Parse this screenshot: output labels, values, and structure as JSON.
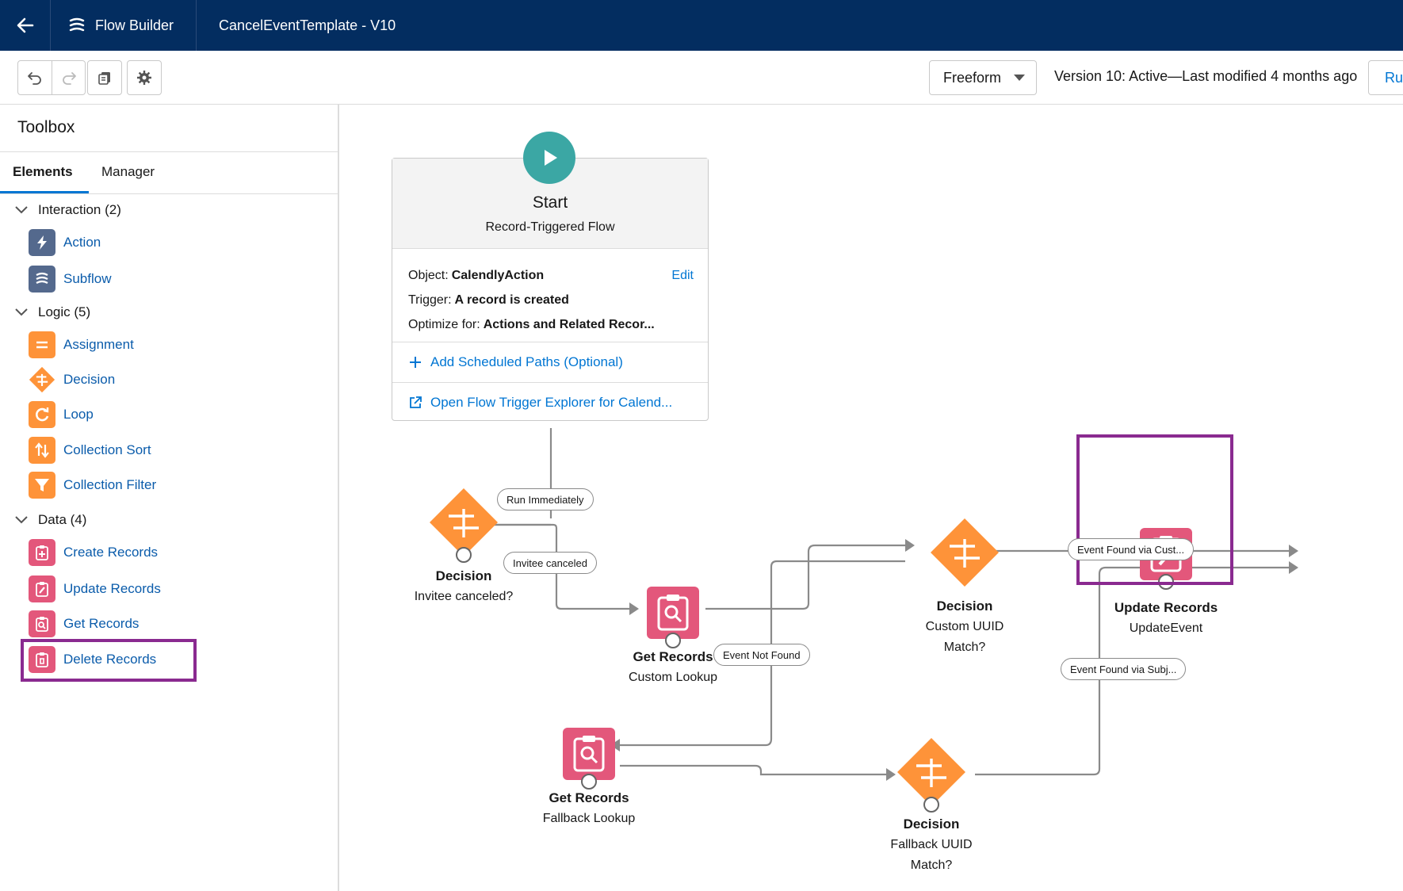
{
  "header": {
    "app_name": "Flow Builder",
    "flow_title": "CancelEventTemplate - V10"
  },
  "toolbar": {
    "layout_select": "Freeform",
    "version_status": "Version 10: Active—Last modified 4 months ago",
    "run_label": "Ru"
  },
  "sidebar": {
    "title": "Toolbox",
    "tabs": [
      "Elements",
      "Manager"
    ],
    "sections": [
      {
        "label": "Interaction (2)",
        "items": [
          "Action",
          "Subflow"
        ]
      },
      {
        "label": "Logic (5)",
        "items": [
          "Assignment",
          "Decision",
          "Loop",
          "Collection Sort",
          "Collection Filter"
        ]
      },
      {
        "label": "Data (4)",
        "items": [
          "Create Records",
          "Update Records",
          "Get Records",
          "Delete Records"
        ]
      }
    ]
  },
  "canvas": {
    "start": {
      "title": "Start",
      "subtitle": "Record-Triggered Flow",
      "object_label": "Object:",
      "object_value": "CalendlyAction",
      "edit_label": "Edit",
      "trigger_label": "Trigger:",
      "trigger_value": "A record is created",
      "optimize_label": "Optimize for:",
      "optimize_value": "Actions and Related Recor...",
      "add_paths": "Add Scheduled Paths (Optional)",
      "open_explorer": "Open Flow Trigger Explorer for Calend..."
    },
    "nodes": {
      "decision_invitee": {
        "type": "Decision",
        "name": "Invitee canceled?"
      },
      "get_custom": {
        "type": "Get Records",
        "name": "Custom Lookup"
      },
      "decision_custom": {
        "type": "Decision",
        "name_line1": "Custom UUID",
        "name_line2": "Match?"
      },
      "update_records": {
        "type": "Update Records",
        "name": "UpdateEvent"
      },
      "get_fallback": {
        "type": "Get Records",
        "name": "Fallback Lookup"
      },
      "decision_fallback": {
        "type": "Decision",
        "name_line1": "Fallback UUID",
        "name_line2": "Match?"
      }
    },
    "connectors": {
      "run_immediately": "Run Immediately",
      "invitee_canceled": "Invitee canceled",
      "event_not_found": "Event Not Found",
      "event_found_custom": "Event Found via Cust...",
      "event_found_subject": "Event Found via Subj..."
    }
  },
  "colors": {
    "header_bg": "#032d60",
    "link": "#0176d3",
    "decision_orange": "#fe9339",
    "data_pink": "#e3577b",
    "action_slate": "#54698d",
    "start_teal": "#3ba7a4",
    "highlight_purple": "#8a2a90"
  }
}
